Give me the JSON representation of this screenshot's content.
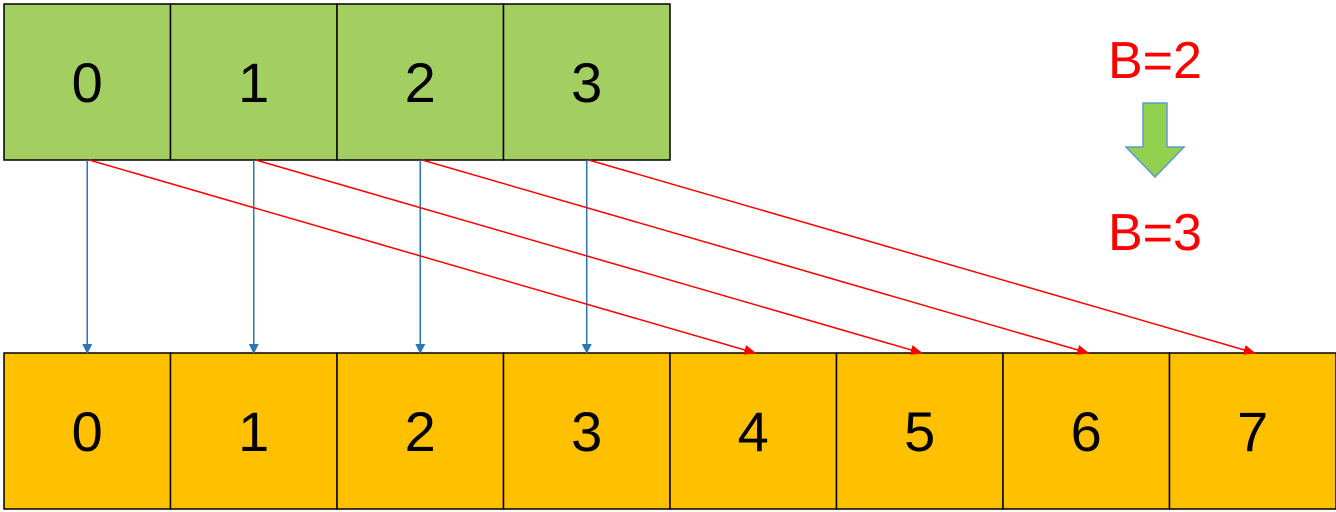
{
  "diagram": {
    "old_array": {
      "cells": [
        "0",
        "1",
        "2",
        "3"
      ],
      "fill_color": "#A3CF62"
    },
    "new_array": {
      "cells": [
        "0",
        "1",
        "2",
        "3",
        "4",
        "5",
        "6",
        "7"
      ],
      "fill_color": "#FFC000"
    },
    "mappings": [
      {
        "from": 0,
        "to": 0,
        "kind": "same"
      },
      {
        "from": 1,
        "to": 1,
        "kind": "same"
      },
      {
        "from": 2,
        "to": 2,
        "kind": "same"
      },
      {
        "from": 3,
        "to": 3,
        "kind": "same"
      },
      {
        "from": 0,
        "to": 4,
        "kind": "split"
      },
      {
        "from": 1,
        "to": 5,
        "kind": "split"
      },
      {
        "from": 2,
        "to": 6,
        "kind": "split"
      },
      {
        "from": 3,
        "to": 7,
        "kind": "split"
      }
    ],
    "before_label": "B=2",
    "after_label": "B=3",
    "label_color": "#FF0000",
    "same_arrow_color": "#2E75B6",
    "split_arrow_color": "#FF0000",
    "transition_arrow_color": "#92D050",
    "transition_arrow_outline": "#5B9BD5",
    "transition_icon": "down-arrow-icon"
  }
}
